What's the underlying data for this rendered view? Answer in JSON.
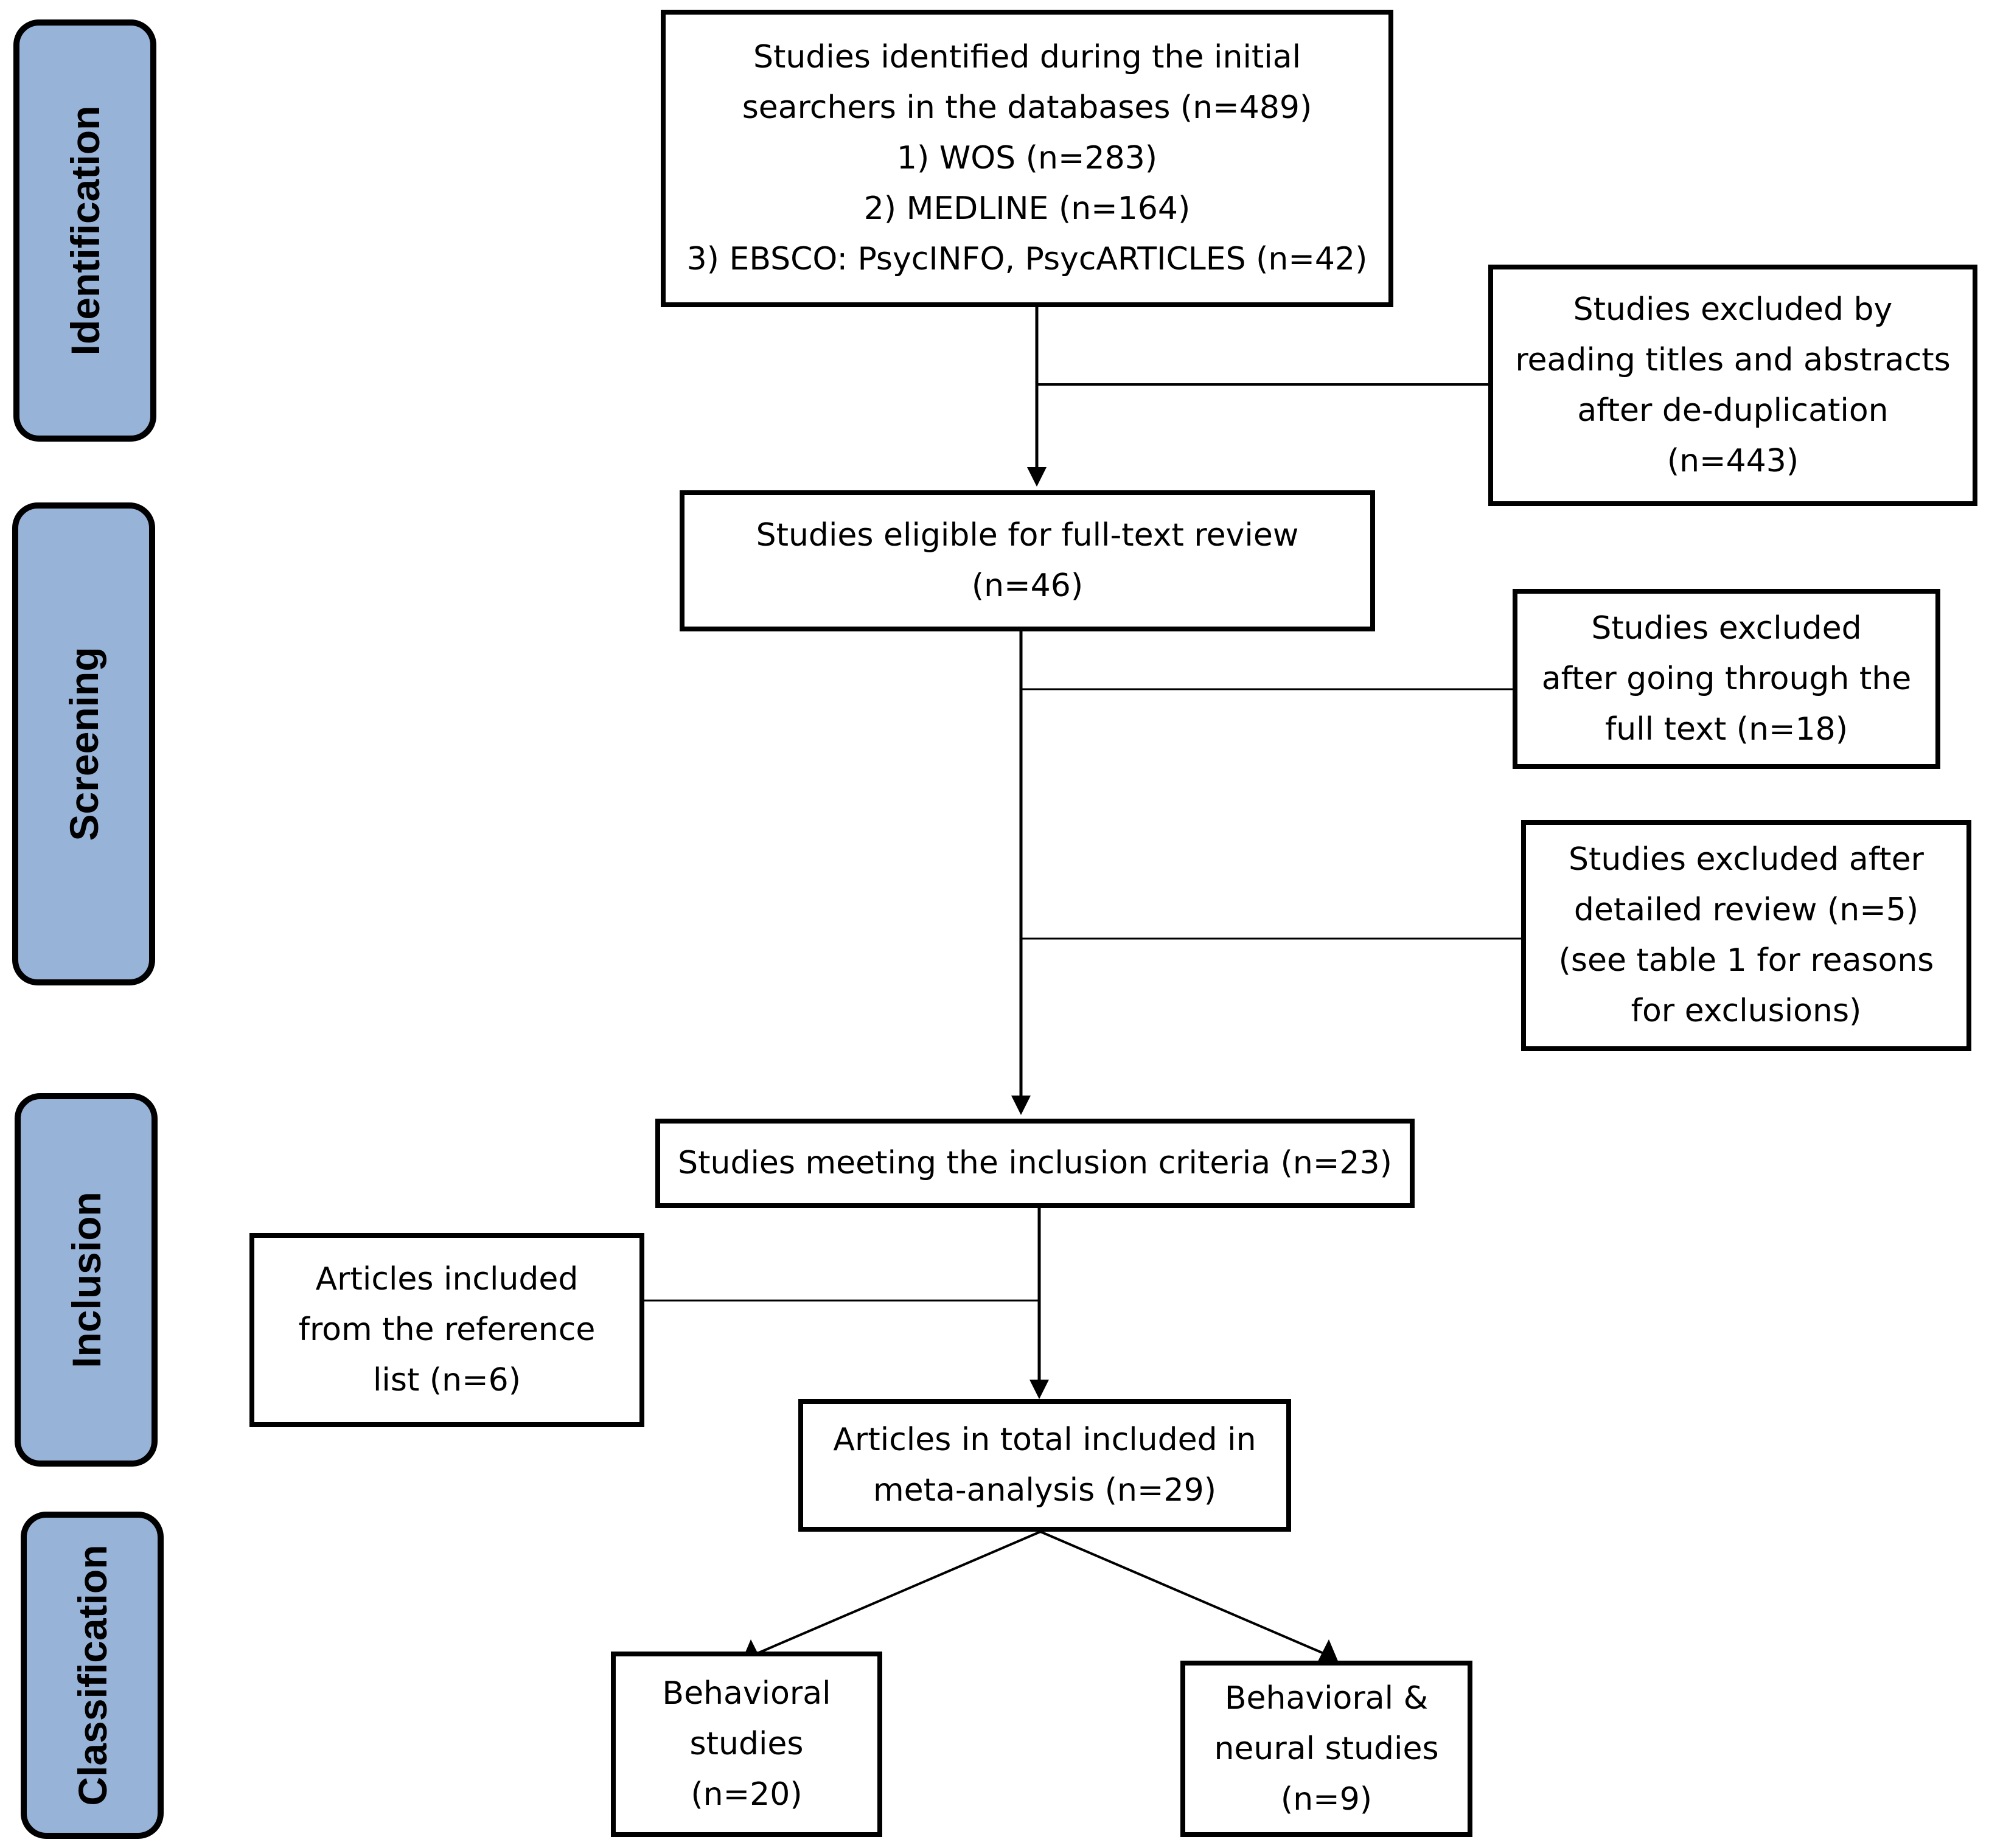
{
  "stages": [
    {
      "id": "identification",
      "label": "Identification"
    },
    {
      "id": "screening",
      "label": "Screening"
    },
    {
      "id": "inclusion",
      "label": "Inclusion"
    },
    {
      "id": "classification",
      "label": "Classification"
    }
  ],
  "boxes": {
    "identified": [
      "Studies identified during the initial",
      "searchers in the databases (n=489)",
      "1) WOS (n=283)",
      "2) MEDLINE (n=164)",
      "3) EBSCO: PsycINFO, PsycARTICLES (n=42)"
    ],
    "excluded_titles": [
      "Studies excluded by",
      "reading titles and abstracts",
      "after de-duplication",
      "(n=443)"
    ],
    "eligible": [
      "Studies eligible for full-text review",
      "(n=46)"
    ],
    "excluded_fulltext": [
      "Studies excluded",
      "after going through the",
      "full text (n=18)"
    ],
    "excluded_detailed": [
      "Studies excluded after",
      "detailed review (n=5)",
      "(see table 1 for reasons",
      "for exclusions)"
    ],
    "meeting_criteria": [
      "Studies meeting the inclusion criteria (n=23)"
    ],
    "reference_list": [
      "Articles included",
      "from the reference",
      "list (n=6)"
    ],
    "total": [
      "Articles in total included in",
      "meta-analysis (n=29)"
    ],
    "behavioral": [
      "Behavioral",
      "studies",
      "(n=20)"
    ],
    "behavioral_neural": [
      "Behavioral &",
      "neural studies",
      "(n=9)"
    ]
  }
}
